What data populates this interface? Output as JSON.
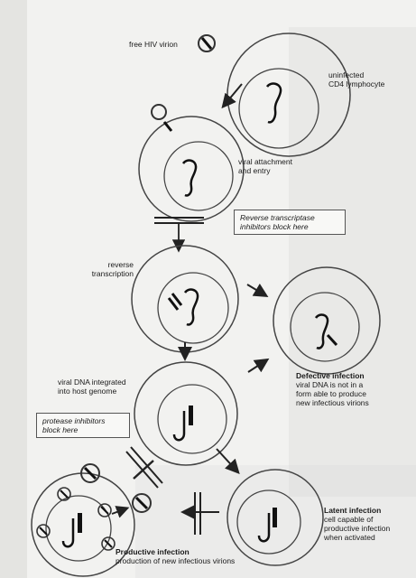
{
  "labels": {
    "free_virion": "free HIV virion",
    "uninfected_line1": "uninfected",
    "uninfected_line2": "CD4 lymphocyte",
    "attachment_line1": "viral attachment",
    "attachment_line2": "and entry",
    "rti_line1": "Reverse transcriptase",
    "rti_line2": "inhibitors block here",
    "rt_line1": "reverse",
    "rt_line2": "transcription",
    "integrated_line1": "viral DNA integrated",
    "integrated_line2": "into host genome",
    "defective_title": "Defective infection",
    "defective_line1": "viral DNA is not in a",
    "defective_line2": "form able to produce",
    "defective_line3": "new infectious virions",
    "pi_line1": "protease inhibitors",
    "pi_line2": "block here",
    "latent_title": "Latent infection",
    "latent_line1": "cell capable of",
    "latent_line2": "productive infection",
    "latent_line3": "when activated",
    "productive_title": "Productive infection",
    "productive_line1": "production of new infectious virions"
  }
}
